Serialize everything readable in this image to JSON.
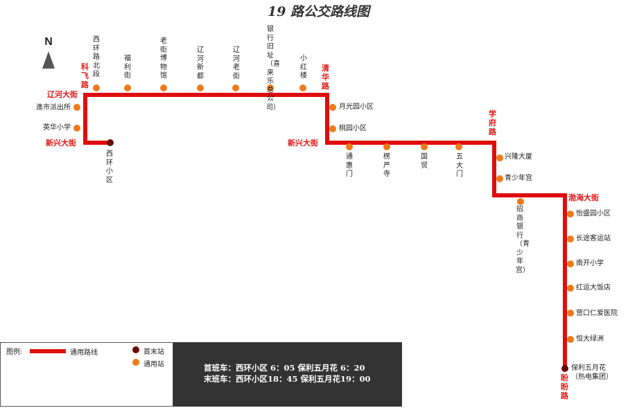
{
  "title": "19 路公交路线图",
  "north_label": "N",
  "colors": {
    "route": "#e00d0d",
    "terminal": "#6b0a0a",
    "stop": "#f07a1a",
    "road_label": "#e01818",
    "schedule_bg": "#333333"
  },
  "roads": {
    "kefei": "科飞路",
    "liaohe": "辽河大街",
    "xinxing_w": "新兴大街",
    "qinghua": "清华路",
    "xinxing_e": "新兴大街",
    "xuefu": "学府路",
    "bohai": "渤海大街",
    "panpan": "盼盼路"
  },
  "stops": [
    {
      "name": "西环小区",
      "type": "terminal"
    },
    {
      "name": "英华小学",
      "type": "regular"
    },
    {
      "name": "進市派出所",
      "type": "regular"
    },
    {
      "name": "西环路北段",
      "type": "regular"
    },
    {
      "name": "福利街",
      "type": "regular"
    },
    {
      "name": "老街博物馆",
      "type": "regular"
    },
    {
      "name": "辽河新都",
      "type": "regular"
    },
    {
      "name": "辽河老街",
      "type": "regular"
    },
    {
      "name": "银行旧址（喜来乐总公司）",
      "type": "regular"
    },
    {
      "name": "小红楼",
      "type": "regular"
    },
    {
      "name": "月光园小区",
      "type": "regular"
    },
    {
      "name": "桃园小区",
      "type": "regular"
    },
    {
      "name": "通惠门",
      "type": "regular"
    },
    {
      "name": "楞严寺",
      "type": "regular"
    },
    {
      "name": "国贸",
      "type": "regular"
    },
    {
      "name": "五大门",
      "type": "regular"
    },
    {
      "name": "兴隆大厦",
      "type": "regular"
    },
    {
      "name": "青少年宫",
      "type": "regular"
    },
    {
      "name": "招商银行（青少年宫）",
      "type": "regular"
    },
    {
      "name": "怡盛园小区",
      "type": "regular"
    },
    {
      "name": "长途客运站",
      "type": "regular"
    },
    {
      "name": "南开小学",
      "type": "regular"
    },
    {
      "name": "红运大饭店",
      "type": "regular"
    },
    {
      "name": "营口仁爱医院",
      "type": "regular"
    },
    {
      "name": "恒大绿洲",
      "type": "regular"
    },
    {
      "name": "保利五月花",
      "type": "terminal",
      "sub": "（热电集团）"
    }
  ],
  "legend": {
    "label": "图例:",
    "route_label": "通用路线",
    "terminal_label": "首末站",
    "stop_label": "通用站"
  },
  "schedule": {
    "first": "首班车：西环小区 6：05  保利五月花  6：20",
    "last": "末班车：西环小区18：45  保利五月花19：00"
  }
}
